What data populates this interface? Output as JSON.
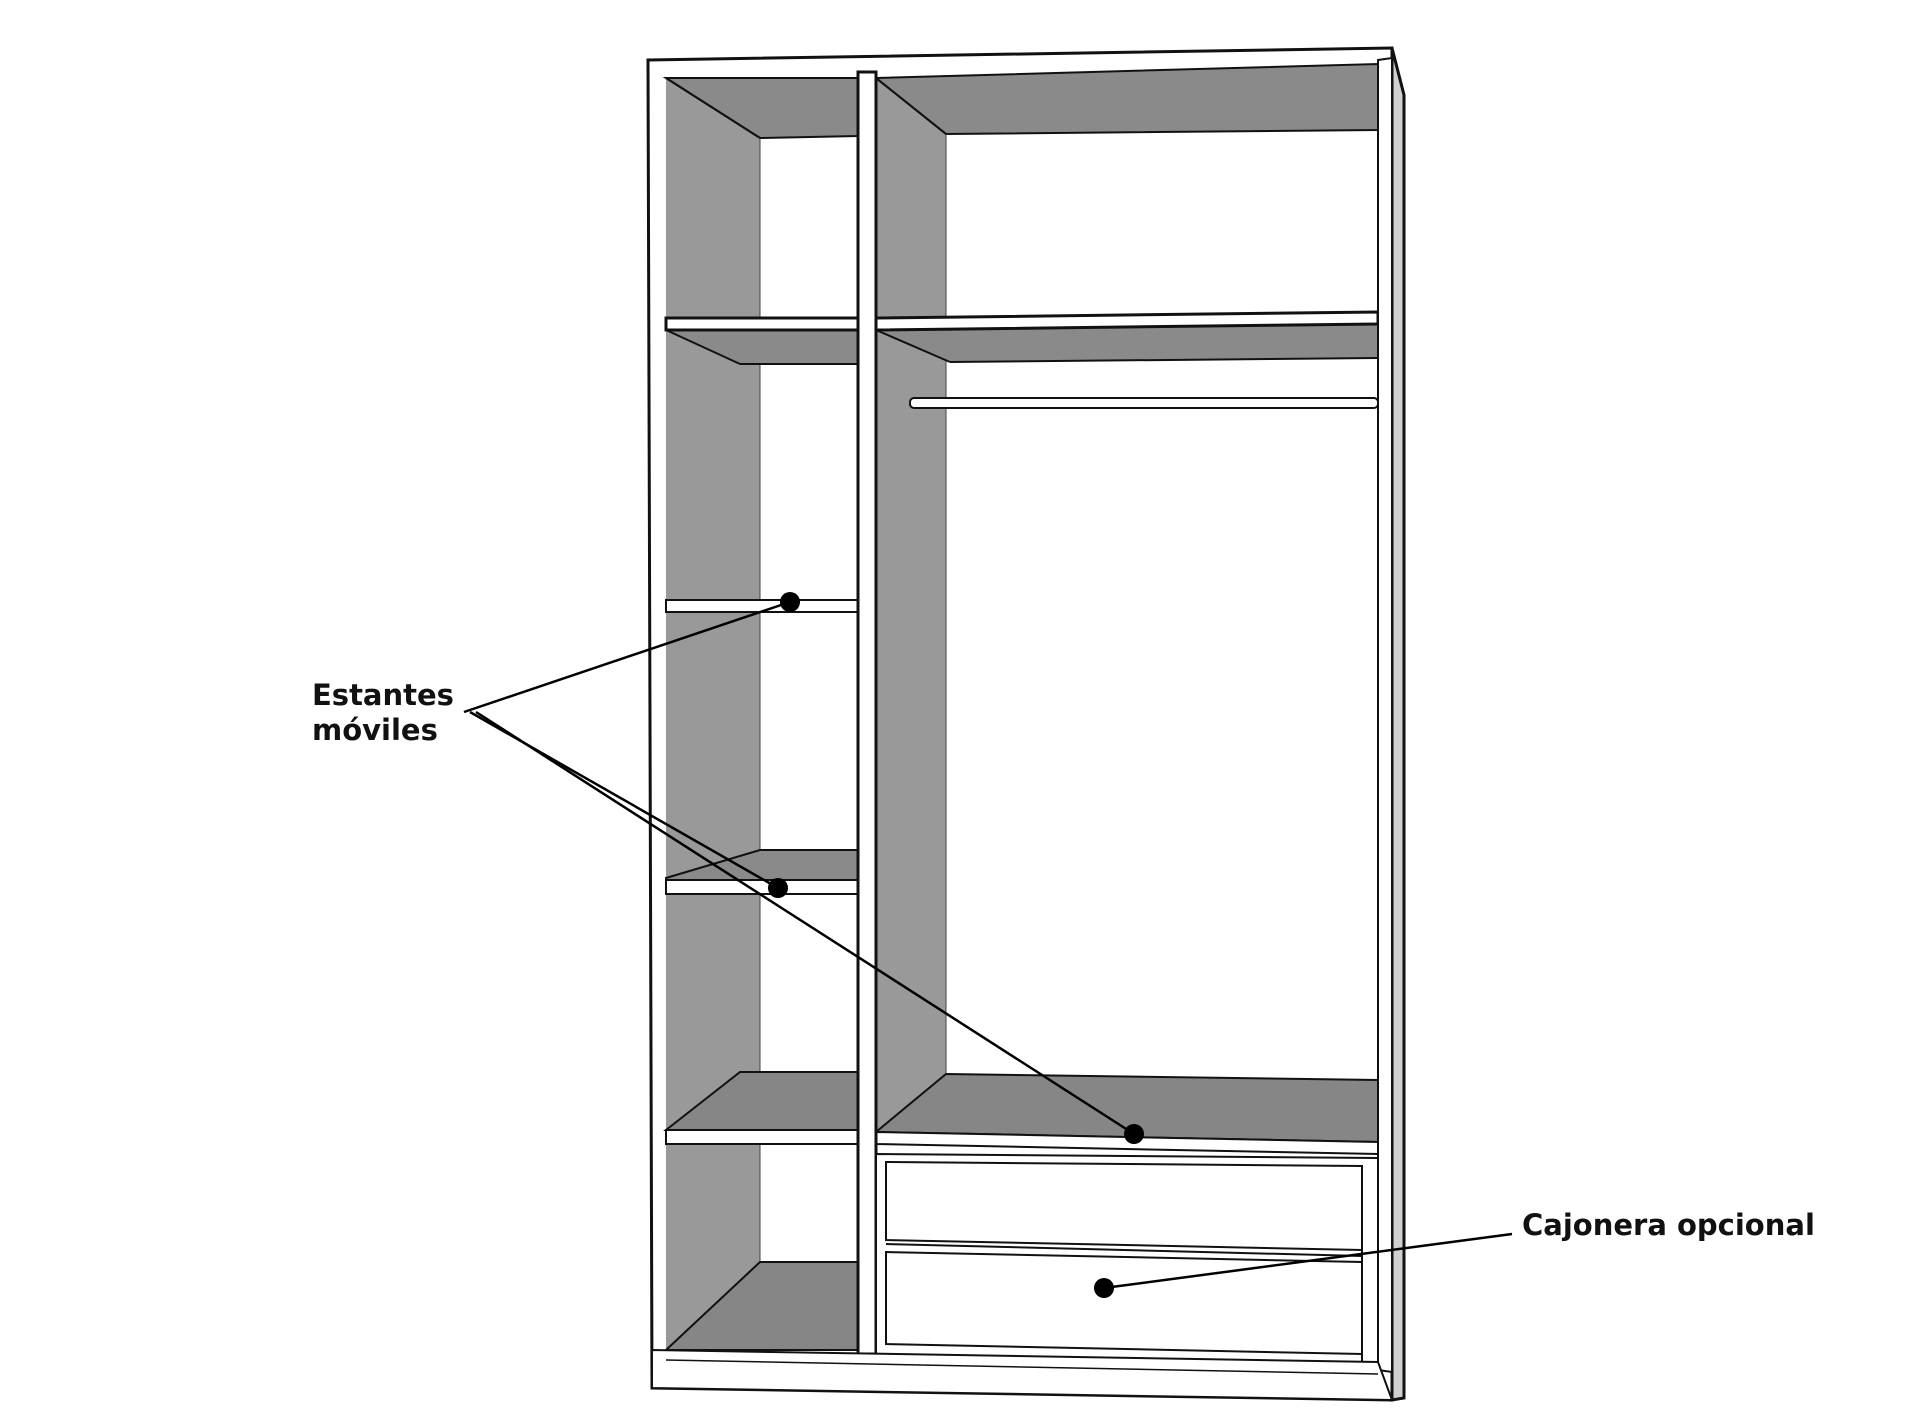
{
  "callouts": {
    "movable_shelves": {
      "line1": "Estantes",
      "line2": "móviles"
    },
    "optional_drawers": {
      "label": "Cajonera opcional"
    }
  },
  "colors": {
    "outline": "#111111",
    "panel_fill": "#ffffff",
    "inner_shade": "#999999",
    "floor_shade": "#868686",
    "leader": "#000000"
  }
}
